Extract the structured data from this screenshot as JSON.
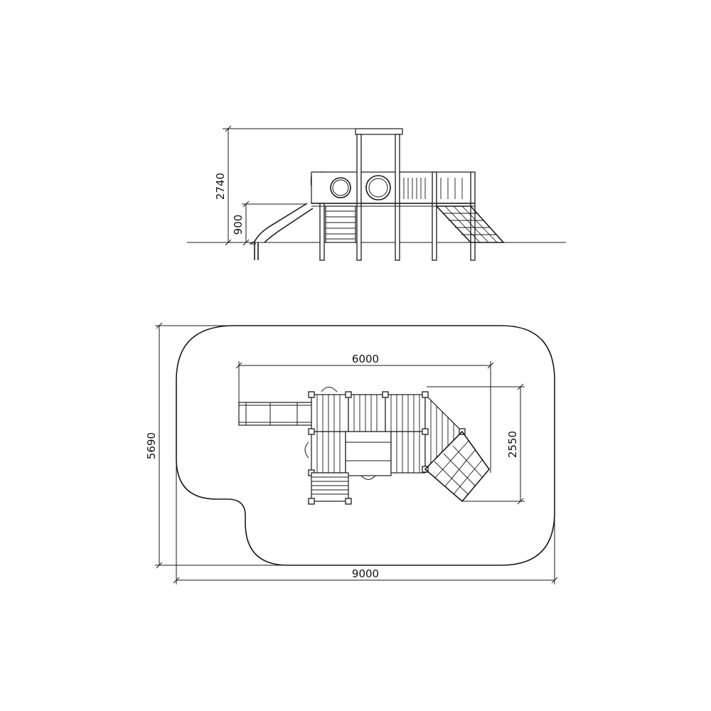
{
  "elevation": {
    "height_total_label": "2740",
    "height_deck_label": "900"
  },
  "plan": {
    "overall_width_label": "9000",
    "overall_depth_label": "5690",
    "structure_width_label": "6000",
    "structure_depth_label": "2550"
  }
}
